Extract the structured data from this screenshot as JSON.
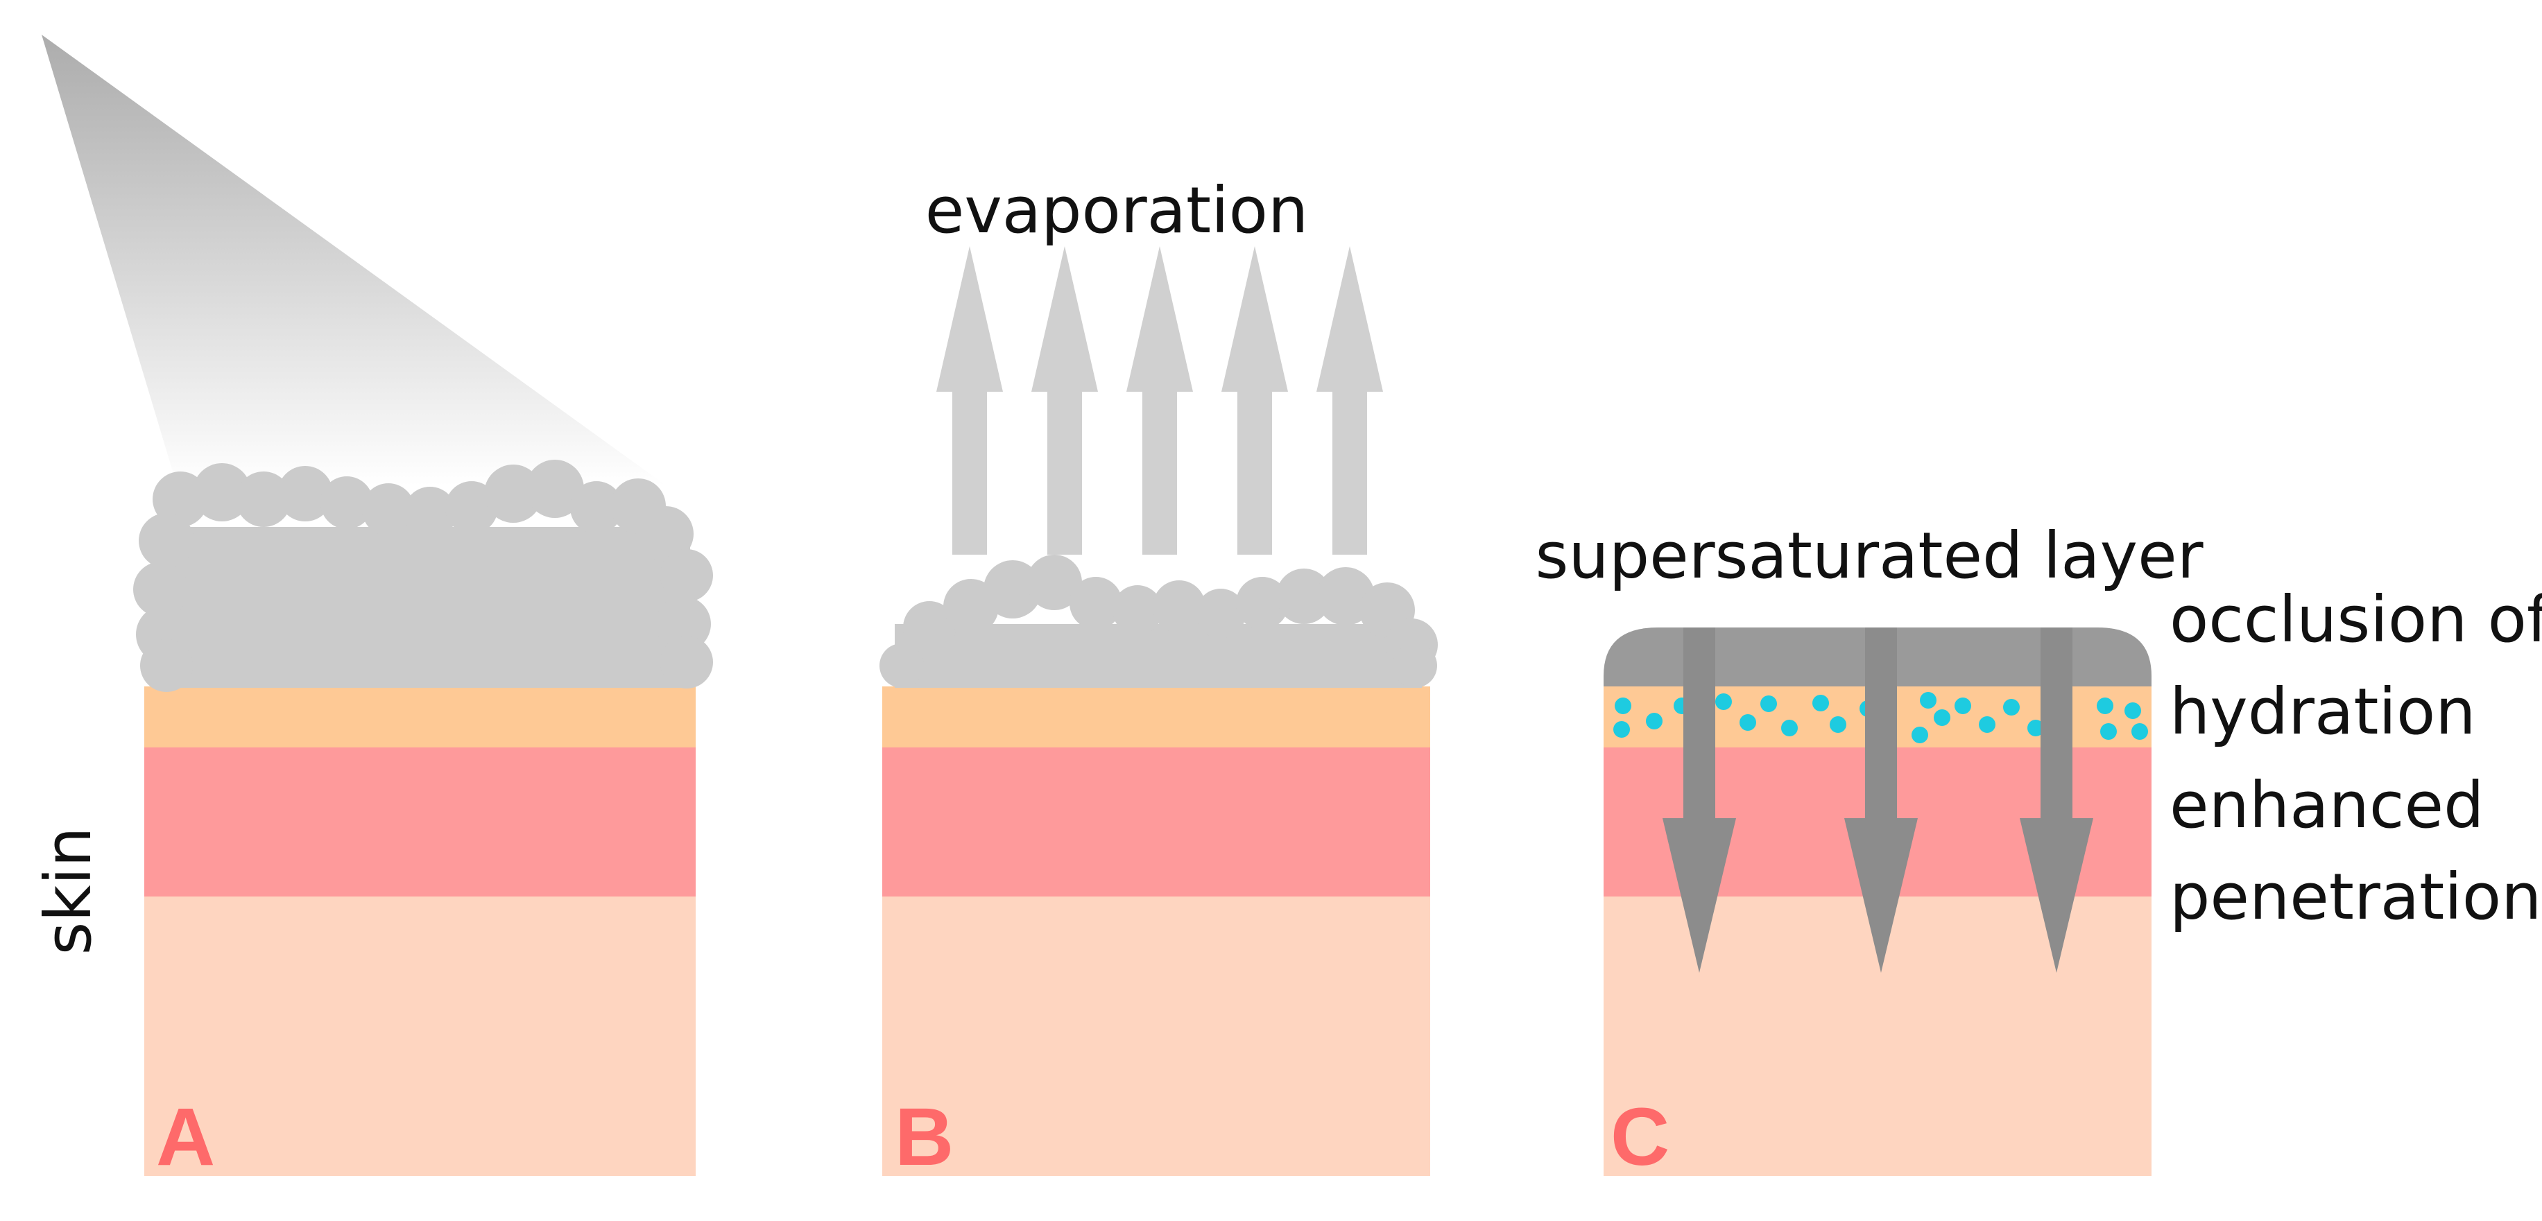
{
  "labels": {
    "skin": "skin",
    "evaporation": "evaporation",
    "supersaturated": "supersaturated layer",
    "occlusion_line1": "occlusion of",
    "occlusion_line2": "hydration",
    "enhanced_line1": "enhanced",
    "enhanced_line2": "penetration"
  },
  "panels": [
    {
      "letter": "A"
    },
    {
      "letter": "B"
    },
    {
      "letter": "C"
    }
  ],
  "colors": {
    "stratum_corneum": "#fec995",
    "epidermis": "#fe9a9b",
    "dermis": "#fed5c0",
    "particles": "#cbcbcb",
    "spray_cone": "#b5b5b5",
    "arrows_up": "#d0d0d0",
    "film": "#9a9a9a",
    "arrows_down": "#8c8c8c",
    "water_dots": "#1ecbe0",
    "letters": "#fe6a6a"
  }
}
